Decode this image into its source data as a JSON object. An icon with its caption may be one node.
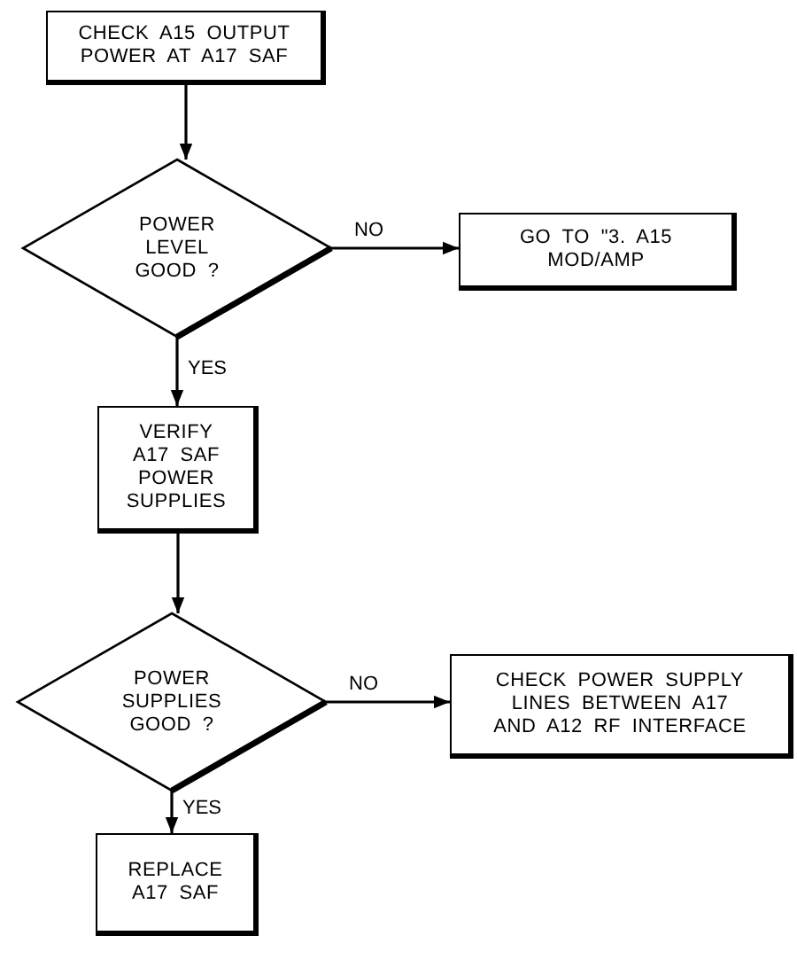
{
  "diagram": {
    "nodes": [
      {
        "text": [
          "CHECK A15 OUTPUT POWER AT A17 SAF"
        ]
      },
      {
        "text": [
          "POWER LEVEL GOOD ?"
        ]
      },
      {
        "text": [
          "GO TO \"3. A15 MOD/AMP"
        ]
      },
      {
        "text": [
          "VERIFY A17 SAF POWER SUPPLIES"
        ]
      },
      {
        "text": [
          "POWER SUPPLIES GOOD ?"
        ]
      },
      {
        "text": [
          "CHECK POWER SUPPLY LINES BETWEEN A17 AND A12 RF INTERFACE"
        ]
      },
      {
        "text": [
          "REPLACE A17 SAF"
        ]
      }
    ],
    "edges": [
      {
        "from": 0,
        "to": 1,
        "arrow": "to"
      },
      {
        "from": 1,
        "to": 2,
        "arrow": "to",
        "label": "NO"
      },
      {
        "from": 1,
        "to": 3,
        "arrow": "to",
        "label": "YES"
      },
      {
        "from": 3,
        "to": 4,
        "arrow": "to"
      },
      {
        "from": 4,
        "to": 5,
        "arrow": "to",
        "label": "NO"
      },
      {
        "from": 4,
        "to": 6,
        "arrow": "to",
        "label": "YES"
      }
    ]
  }
}
